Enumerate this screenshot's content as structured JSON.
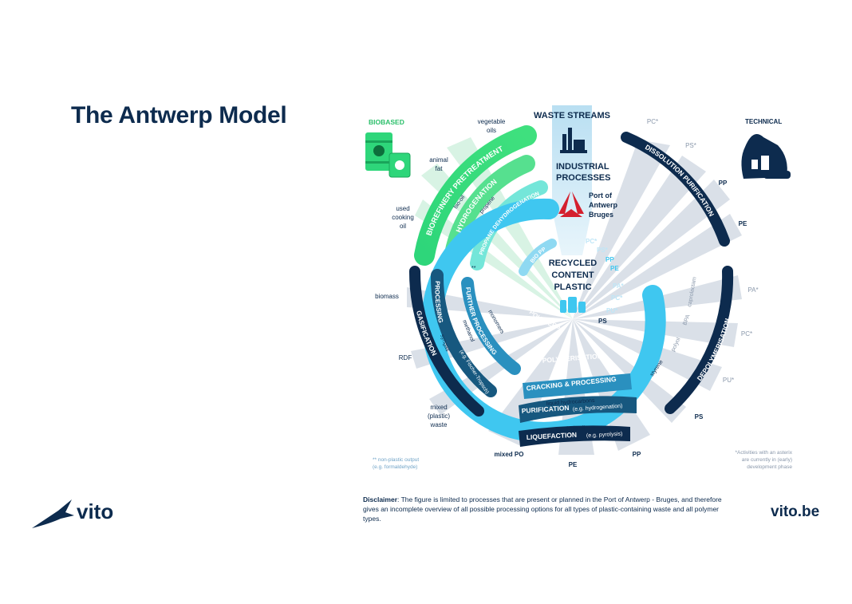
{
  "page": {
    "title": "The Antwerp Model",
    "website": "vito.be",
    "logo_text": "vito"
  },
  "colors": {
    "navy": "#0d2b4e",
    "green": "#2ed67a",
    "cyan": "#3fc7f0",
    "teal": "#1a7fa6",
    "grey": "#c5cdd8"
  },
  "headings": {
    "biobased": "BIOBASED",
    "waste_streams": "WASTE STREAMS",
    "technical": "TECHNICAL",
    "industrial_1": "INDUSTRIAL",
    "industrial_2": "PROCESSES",
    "port_1": "Port of",
    "port_2": "Antwerp",
    "port_3": "Bruges",
    "center_1": "RECYCLED",
    "center_2": "CONTENT",
    "center_3": "PLASTIC"
  },
  "left_inputs": {
    "veg_oils_1": "vegetable",
    "veg_oils_2": "oils",
    "animal_fat_1": "animal",
    "animal_fat_2": "fat",
    "used_oil_1": "used",
    "used_oil_2": "cooking",
    "used_oil_3": "oil",
    "biomass": "biomass",
    "rdf": "RDF",
    "mixed_1": "mixed",
    "mixed_2": "(plastic)",
    "mixed_3": "waste"
  },
  "right_inputs": {
    "pc": "PC*",
    "ps": "PS*",
    "pp": "PP",
    "pe": "PE",
    "pa": "PA*",
    "pc2": "PC*",
    "pu": "PU*",
    "ps2": "PS"
  },
  "bottom_inputs": {
    "mixed_po": "mixed PO",
    "pe": "PE",
    "pp": "PP"
  },
  "arcs": {
    "biorefinery": "BIOREFINERY PRETREATMENT",
    "hydrogenation": "HYDROGENATION",
    "propane": "PROPANE DEHYDROGENATION",
    "bio_pp": "BIO PP",
    "gasification": "GASIFICATION",
    "processing": "PROCESSING",
    "processing_sub": "(e.g. Fischer-Tropsch)",
    "further": "FURTHER PROCESSING",
    "polymers": "POLYMERS",
    "polymerisation": "POLYMERISATION",
    "cracking": "CRACKING & PROCESSING",
    "purification": "PURIFICATION",
    "purification_sub": "(e.g. hydrogenation)",
    "liquefaction": "LIQUEFACTION",
    "liquefaction_sub": "(e.g. pyrolysis)",
    "dissolution": "DISSOLUTION PURIFICATION",
    "depolymerisation": "DEPOLYMERISATION"
  },
  "flow_labels": {
    "bio_oil": "bio-oil",
    "propene": "propene",
    "syngas": "syngas",
    "methanol": "methanol",
    "monomers": "monomers",
    "liquid_hc": "liquid hydrocarbons",
    "pyrolysis_oil": "pyrolysis oil",
    "caprolactam": "caprolactam",
    "bpa": "BPA",
    "polyol": "polyol",
    "styrene": "styrene",
    "double_asterisk": "**"
  },
  "outputs": {
    "pc": "PC*",
    "ps": "PS*",
    "pp": "PP",
    "pe": "PE",
    "pa": "PA*",
    "pc2": "PC*",
    "pu": "PU*",
    "ps2": "PS"
  },
  "notes": {
    "non_plastic_1": "** non-plastic output",
    "non_plastic_2": "(e.g. formaldehyde)",
    "asterisk_1": "*Activities with an asterix",
    "asterisk_2": "are currently in (early)",
    "asterisk_3": "development phase"
  },
  "disclaimer": {
    "label": "Disclaimer",
    "text": ": The figure is limited to processes that are present or planned in the Port of Antwerp - Bruges, and therefore gives an incomplete overview of all possible processing options for all types of plastic-containing waste and all polymer types."
  }
}
